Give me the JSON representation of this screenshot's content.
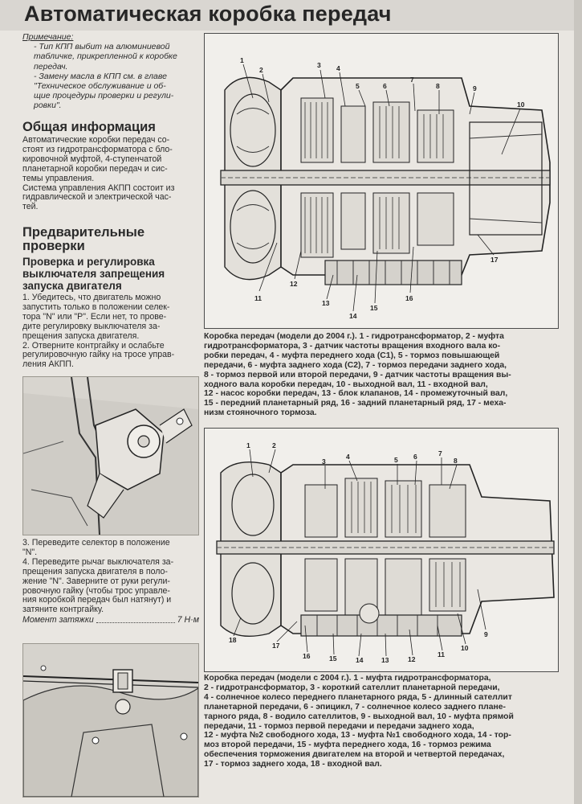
{
  "header": {
    "title": "Автоматическая коробка передач"
  },
  "note": {
    "label": "Примечание:",
    "lines": [
      "- Тип КПП выбит на алюминиевой",
      "табличке, прикрепленной к коробке",
      "передач.",
      "- Замену масла в КПП см. в главе",
      "\"Техническое обслуживание и об-",
      "щие процедуры проверки и регули-",
      "ровки\"."
    ]
  },
  "general": {
    "heading": "Общая информация",
    "lines": [
      "Автоматические коробки передач со-",
      "стоят из гидротрансформатора с бло-",
      "кировочной муфтой, 4-ступенчатой",
      "планетарной коробки передач и сис-",
      "темы управления.",
      "Система управления АКПП состоит из",
      "гидравлической и электрической час-",
      "тей."
    ]
  },
  "checks": {
    "heading_lines": [
      "Предварительные",
      "проверки"
    ],
    "subheading_lines": [
      "Проверка и регулировка",
      "выключателя запрещения",
      "запуска двигателя"
    ],
    "step_lines": [
      "1. Убедитесь, что двигатель можно",
      "запустить только в положении селек-",
      "тора \"N\" или \"P\". Если нет, то прове-",
      "дите регулировку выключателя за-",
      "прещения запуска двигателя.",
      "2. Отверните контргайку и ослабьте",
      "регулировочную гайку на тросе управ-",
      "ления АКПП."
    ],
    "step_lines_2": [
      "3. Переведите селектор в положение",
      "\"N\".",
      "4. Переведите рычаг выключателя за-",
      "прещения запуска двигателя в поло-",
      "жение \"N\". Заверните от руки регули-",
      "ровочную гайку (чтобы трос управле-",
      "ния коробкой передач был натянут) и",
      "затяните контргайку."
    ],
    "torque_label": "Момент затяжки",
    "torque_value": "7 Н·м"
  },
  "figure1": {
    "callouts": [
      "1",
      "2",
      "3",
      "4",
      "5",
      "6",
      "7",
      "8",
      "9",
      "10",
      "11",
      "12",
      "13",
      "14",
      "15",
      "16",
      "17"
    ],
    "caption_lines": [
      "Коробка передач (модели до 2004 г.). 1 - гидротрансформатор, 2 - муфта",
      "гидротрансформатора, 3 - датчик частоты вращения входного вала ко-",
      "робки передач, 4 - муфта переднего хода (С1), 5 - тормоз повышающей",
      "передачи, 6 - муфта заднего хода (С2), 7 - тормоз передачи заднего хода,",
      "8 - тормоз первой или второй передачи, 9 - датчик частоты вращения вы-",
      "ходного вала коробки передач, 10 - выходной вал, 11 - входной вал,",
      "12 - насос коробки передач, 13 - блок клапанов, 14 - промежуточный вал,",
      "15 - передний планетарный ряд, 16 - задний планетарный ряд, 17 - меха-",
      "низм стояночного тормоза."
    ]
  },
  "figure2": {
    "callouts": [
      "1",
      "2",
      "3",
      "4",
      "5",
      "6",
      "7",
      "8",
      "9",
      "10",
      "11",
      "12",
      "13",
      "14",
      "15",
      "16",
      "17",
      "18"
    ],
    "caption_lines": [
      "Коробка передач (модели с 2004 г.). 1 - муфта гидротрансформатора,",
      "2 - гидротрансформатор, 3 - короткий сателлит планетарной передачи,",
      "4 - солнечное колесо переднего планетарного ряда, 5 - длинный сателлит",
      "планетарной передачи, 6 - эпицикл, 7 - солнечное колесо заднего плане-",
      "тарного ряда, 8 - водило сателлитов, 9 - выходной вал, 10 - муфта прямой",
      "передачи, 11 - тормоз первой передачи и передачи заднего хода,",
      "12 - муфта №2 свободного хода, 13 - муфта №1 свободного хода, 14 - тор-",
      "моз второй передачи, 15 - муфта переднего хода, 16 - тормоз режима",
      "обеспечения торможения двигателем на второй и четвертой передачах,",
      "17 - тормоз заднего хода, 18 - входной вал."
    ]
  }
}
